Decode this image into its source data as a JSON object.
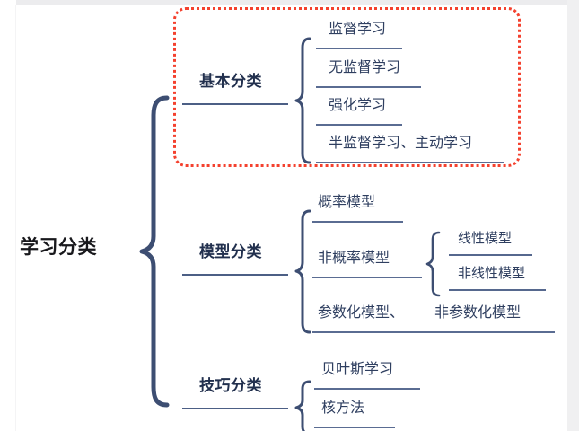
{
  "diagram": {
    "title": "学习分类",
    "root": {
      "label": "学习分类"
    },
    "branches": [
      {
        "id": "basic",
        "label": "基本分类",
        "highlighted": true,
        "leaves": [
          {
            "label": "监督学习"
          },
          {
            "label": "无监督学习"
          },
          {
            "label": "强化学习"
          },
          {
            "label": "半监督学习、主动学习"
          }
        ]
      },
      {
        "id": "model",
        "label": "模型分类",
        "highlighted": false,
        "leaves": [
          {
            "label": "概率模型"
          },
          {
            "label": "非概率模型",
            "children": [
              {
                "label": "线性模型"
              },
              {
                "label": "非线性模型"
              }
            ]
          },
          {
            "label": "参数化模型、",
            "label2": "非参数化模型"
          }
        ]
      },
      {
        "id": "skill",
        "label": "技巧分类",
        "highlighted": false,
        "leaves": [
          {
            "label": "贝叶斯学习"
          },
          {
            "label": "核方法"
          }
        ]
      }
    ]
  },
  "colors": {
    "brace": "#3d4e72",
    "rule": "#5a6c92",
    "leaf_text": "#2f3f60",
    "branch_text": "#22304e",
    "root_text": "#18181c",
    "highlight": "#f4412e",
    "background": "#ffffff"
  }
}
